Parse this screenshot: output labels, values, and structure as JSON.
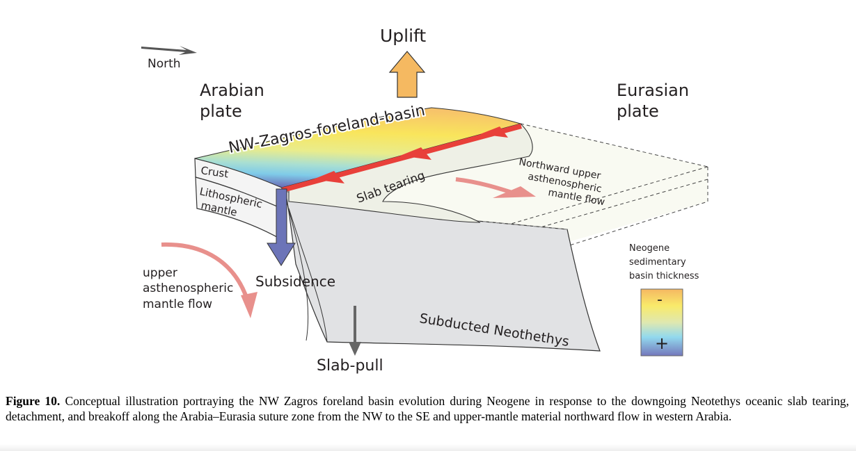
{
  "figure": {
    "labels": {
      "north": "North",
      "uplift": "Uplift",
      "arabian_plate_line1": "Arabian",
      "arabian_plate_line2": "plate",
      "eurasian_plate_line1": "Eurasian",
      "eurasian_plate_line2": "plate",
      "basin": "NW-Zagros-foreland-basin",
      "crust": "Crust",
      "lithospheric_line1": "Lithospheric",
      "lithospheric_line2": "mantle",
      "slab_tearing": "Slab tearing",
      "northward_line1": "Northward upper",
      "northward_line2": "asthenospheric",
      "northward_line3": "mantle flow",
      "upper_flow_line1": "upper",
      "upper_flow_line2": "asthenospheric",
      "upper_flow_line3": "mantle flow",
      "subsidence": "Subsidence",
      "subducted": "Subducted Neothethys",
      "slab_pull": "Slab-pull"
    },
    "legend": {
      "title_line1": "Neogene",
      "title_line2": "sedimentary",
      "title_line3": "basin thickness",
      "minus": "-",
      "plus": "+"
    },
    "colors": {
      "thrust": "#e8403a",
      "uplift_arrow": "#f5b961",
      "subsidence_arrow": "#6c74b8",
      "flow_arrow": "#e8908c",
      "slab": "#e1e2e4",
      "eurasia_box": "#f9faf2"
    }
  },
  "caption": {
    "label": "Figure 10.",
    "text": " Conceptual illustration portraying the NW Zagros foreland basin evolution during Neogene in response to the downgoing Neotethys oceanic slab tearing, detachment, and breakoff along the Arabia–Eurasia suture zone from the NW to the SE and upper-mantle material northward flow in western Arabia."
  }
}
